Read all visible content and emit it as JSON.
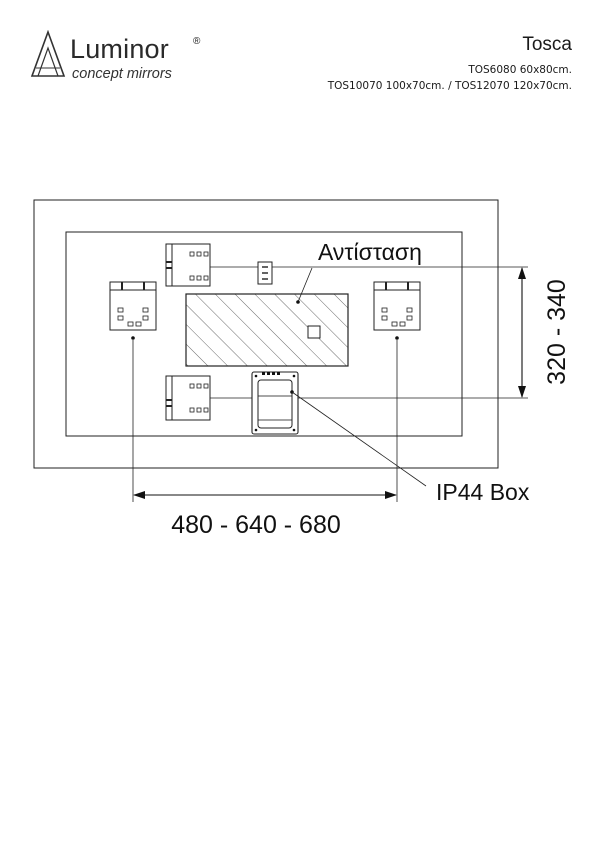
{
  "header": {
    "brand": "Luminor",
    "brand_mark": "®",
    "tagline": "concept mirrors",
    "model": "Tosca",
    "variants": [
      "TOS6080 60x80cm.",
      "TOS10070 100x70cm.  /  TOS12070 120x70cm."
    ]
  },
  "drawing": {
    "heater_label": "Αντίσταση",
    "box_label": "IP44  Box",
    "width_dimension": "480 - 640 - 680",
    "height_dimension": "320 - 340"
  },
  "icons": [
    "luminor-logo-icon"
  ]
}
